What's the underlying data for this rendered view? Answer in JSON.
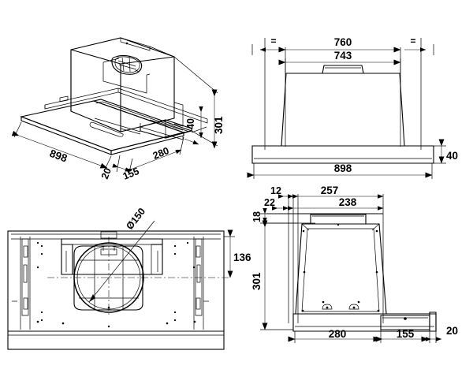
{
  "document": {
    "type": "technical-drawing",
    "subject": "telescopic-cooker-hood",
    "units": "mm",
    "views": [
      "isometric",
      "front-elevation",
      "bottom-plan",
      "side-section"
    ]
  },
  "iso_view": {
    "name": "isometric-view",
    "dims": {
      "width": "898",
      "depth_extended": "280",
      "slide_travel": "155",
      "lip": "20",
      "panel_thickness": "40",
      "height": "301"
    }
  },
  "front_view": {
    "name": "front-elevation-view",
    "dims": {
      "cabinet_opening": "760",
      "body_width": "743",
      "overall_width": "898",
      "fascia_height": "40"
    },
    "equal_marks": {
      "left": "=",
      "right": "="
    }
  },
  "bottom_view": {
    "name": "bottom-plan-view",
    "dims": {
      "duct_diameter": "Ø150",
      "duct_offset": "136"
    }
  },
  "side_view": {
    "name": "side-section-view",
    "dims": {
      "front_offset": "12",
      "top_depth": "257",
      "rim_offset": "22",
      "inner_depth": "238",
      "top_band": "18",
      "height": "301",
      "body_depth": "280",
      "slide_travel": "155",
      "lip": "20"
    }
  },
  "style": {
    "line_color": "#000000",
    "background": "#ffffff"
  }
}
